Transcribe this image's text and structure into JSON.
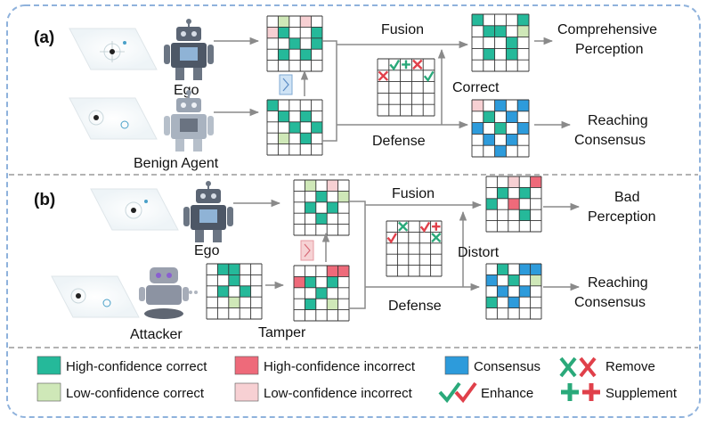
{
  "panel_a": {
    "tag": "(a)",
    "ego": "Ego",
    "benign": "Benign Agent",
    "fusion": "Fusion",
    "correct": "Correct",
    "defense": "Defense",
    "out_top": [
      "Comprehensive",
      "Perception"
    ],
    "out_bottom": [
      "Reaching",
      "Consensus"
    ]
  },
  "panel_b": {
    "tag": "(b)",
    "ego": "Ego",
    "attacker": "Attacker",
    "tamper": "Tamper",
    "fusion": "Fusion",
    "distort": "Distort",
    "defense": "Defense",
    "out_top": [
      "Bad",
      "Perception"
    ],
    "out_bottom": [
      "Reaching",
      "Consensus"
    ]
  },
  "legend": {
    "hc_correct": "High-confidence correct",
    "hc_incorrect": "High-confidence incorrect",
    "consensus": "Consensus",
    "remove": "Remove",
    "lc_correct": "Low-confidence correct",
    "lc_incorrect": "Low-confidence incorrect",
    "enhance": "Enhance",
    "supplement": "Supplement"
  },
  "colors": {
    "high_correct": "#25b99a",
    "low_correct": "#cfe8b8",
    "high_incorrect": "#ee6a7a",
    "low_incorrect": "#f7d0d3",
    "consensus": "#2d9bdb",
    "mark_green": "#2aa97a",
    "mark_red": "#e0404a",
    "border": "#8fb2dc",
    "connector": "#9a9a9a"
  }
}
